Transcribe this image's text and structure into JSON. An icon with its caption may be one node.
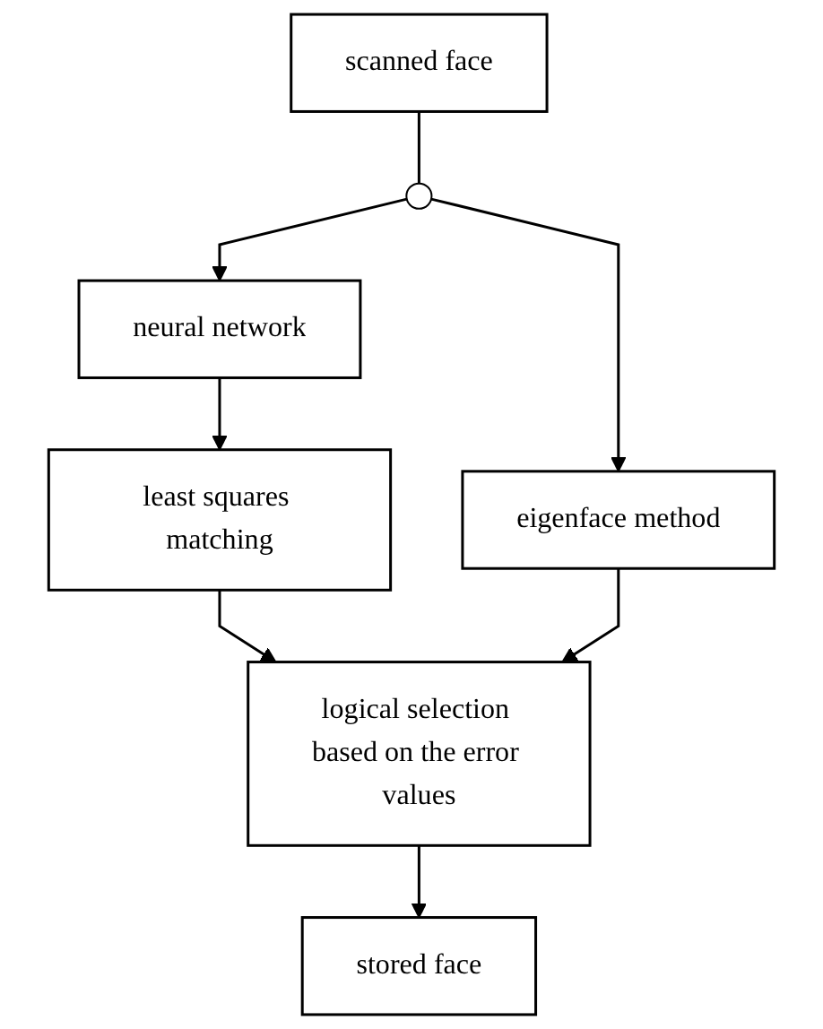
{
  "diagram": {
    "nodes": [
      {
        "text": [
          "scanned face"
        ]
      },
      {
        "text": [],
        "shape": "circle"
      },
      {
        "text": [
          "neural network"
        ]
      },
      {
        "text": [
          "eigenface method"
        ]
      },
      {
        "text": [
          "least squares matching"
        ]
      },
      {
        "text": [
          "logical selection based on the error values"
        ]
      },
      {
        "text": [
          "stored face"
        ]
      }
    ],
    "edges": [
      {
        "from": 0,
        "to": 1,
        "arrow": "none"
      },
      {
        "from": 1,
        "to": 2,
        "arrow": "to"
      },
      {
        "from": 1,
        "to": 3,
        "arrow": "to"
      },
      {
        "from": 2,
        "to": 4,
        "arrow": "to"
      },
      {
        "from": 4,
        "to": 5,
        "arrow": "to"
      },
      {
        "from": 3,
        "to": 5,
        "arrow": "to"
      },
      {
        "from": 5,
        "to": 6,
        "arrow": "to"
      }
    ]
  }
}
